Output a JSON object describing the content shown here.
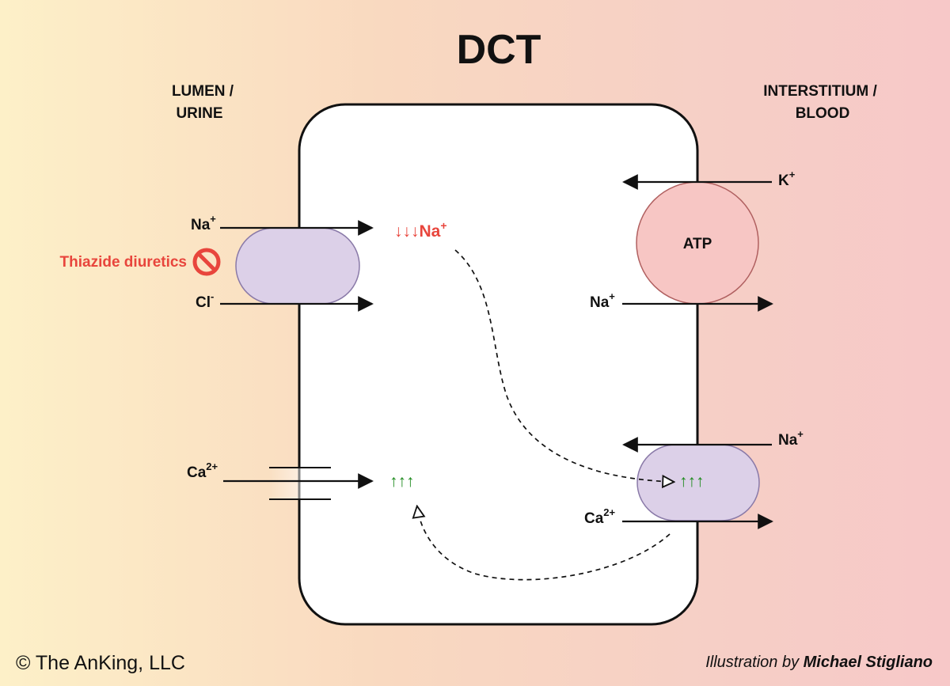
{
  "title": "DCT",
  "regions": {
    "lumen": {
      "line1": "LUMEN /",
      "line2": "URINE"
    },
    "interstitium": {
      "line1": "INTERSTITIUM /",
      "line2": "BLOOD"
    }
  },
  "ions": {
    "na": "Na",
    "na_charge": "+",
    "cl": "Cl",
    "cl_charge": "-",
    "k": "K",
    "k_charge": "+",
    "ca": "Ca",
    "ca_charge": "2+"
  },
  "pump_label": "ATP",
  "drug": {
    "label": "Thiazide diuretics",
    "icon": "prohibited-icon",
    "color": "#e8453c"
  },
  "intracellular": {
    "na_decrease_arrows": "↓↓↓",
    "na_decrease_ion": "Na",
    "na_decrease_charge": "+",
    "ca_increase_left": "↑↑↑",
    "ca_increase_right": "↑↑↑"
  },
  "colors": {
    "decrease": "#e8453c",
    "increase": "#1d8a1d",
    "symporter_fill": "#dcd0e8",
    "symporter_stroke": "#8a7aa8",
    "pump_fill": "#f7c6c4",
    "pump_stroke": "#b06060"
  },
  "footer": {
    "copyright": "© The AnKing, LLC",
    "credit_prefix": "Illustration by",
    "credit_name": "Michael Stigliano"
  }
}
